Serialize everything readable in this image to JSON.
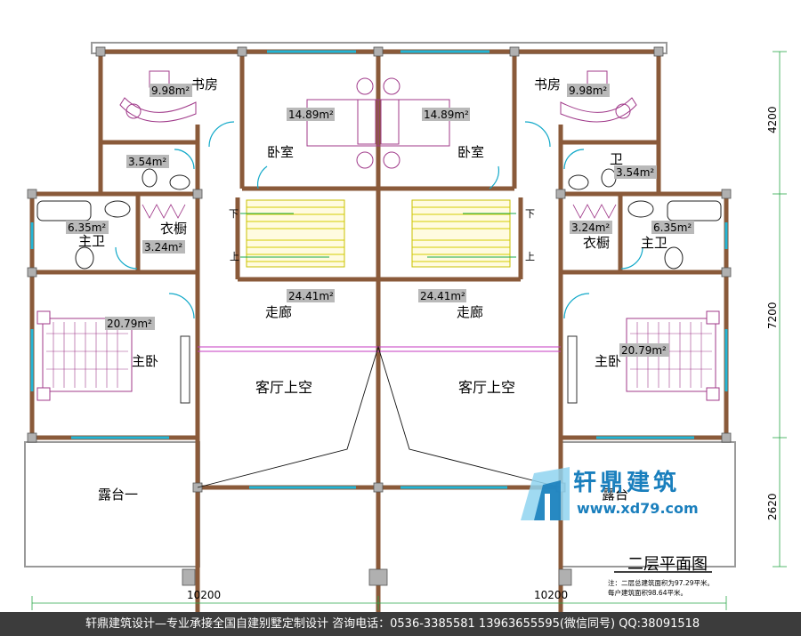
{
  "rooms": {
    "study_left": {
      "label": "书房",
      "area": "9.98m²"
    },
    "study_right": {
      "label": "书房",
      "area": "9.98m²"
    },
    "bedroom_left": {
      "label": "卧室",
      "area": "14.89m²"
    },
    "bedroom_right": {
      "label": "卧室",
      "area": "14.89m²"
    },
    "bath_small_left": {
      "area": "3.54m²"
    },
    "bath_small_right": {
      "label": "卫",
      "area": "3.54m²"
    },
    "master_bath_left": {
      "label": "主卫",
      "area": "6.35m²"
    },
    "master_bath_right": {
      "label": "主卫",
      "area": "6.35m²"
    },
    "closet_left": {
      "label": "衣橱",
      "area": "3.24m²"
    },
    "closet_right": {
      "label": "衣橱",
      "area": "3.24m²"
    },
    "corridor_left": {
      "label": "走廊",
      "area": "24.41m²"
    },
    "corridor_right": {
      "label": "走廊",
      "area": "24.41m²"
    },
    "master_bed_left": {
      "label": "主卧",
      "area": "20.79m²"
    },
    "master_bed_right": {
      "label": "主卧",
      "area": "20.79m²"
    },
    "void_left": {
      "label": "客厅上空"
    },
    "void_right": {
      "label": "客厅上空"
    },
    "terrace_left": {
      "label": "露台一"
    },
    "terrace_right": {
      "label": "露台"
    }
  },
  "stairs": {
    "down": "下",
    "up": "上"
  },
  "dimensions": {
    "bottom_left": "10200",
    "bottom_right": "10200",
    "right_top": "4200",
    "right_mid": "7200",
    "right_bottom": "2620"
  },
  "logo": {
    "name": "轩鼎建筑",
    "url": "www.xd79.com"
  },
  "title": "二层平面图",
  "notes": {
    "line1": "注：二层总建筑面积为97.29平米。",
    "line2": "每户建筑面积98.64平米。"
  },
  "footer": {
    "text": "轩鼎建筑设计—专业承接全国自建别墅定制设计  咨询电话：0536-3385581  13963655595(微信同号)  QQ:38091518"
  },
  "colors": {
    "wall": "#8a5a3a",
    "window": "#22b5d6",
    "dimension": "#2aa84a",
    "stair": "#e8e000",
    "logo": "#1a7fbd"
  }
}
